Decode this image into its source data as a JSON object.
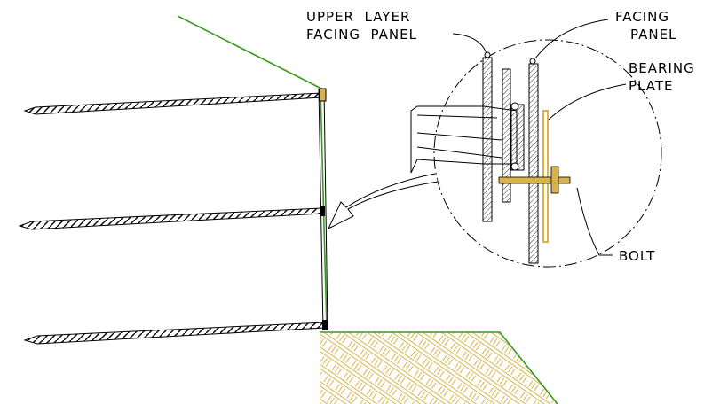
{
  "labels": {
    "upper_facing_line1": "UPPER  LAYER",
    "upper_facing_line2": "FACING  PANEL",
    "facing_line1": "FACING",
    "facing_line2": "PANEL",
    "bearing_line1": "BEARING",
    "bearing_line2": "PLATE",
    "bolt": "BOLT"
  },
  "colors": {
    "soil_line": "#3a9a1f",
    "hatch": "#d9b44a",
    "plate": "#d9b44a",
    "ink": "#000000"
  },
  "icons": {
    "anchor_rods": "soil-nail-rod",
    "ground": "diagonal-hatch-soil"
  }
}
